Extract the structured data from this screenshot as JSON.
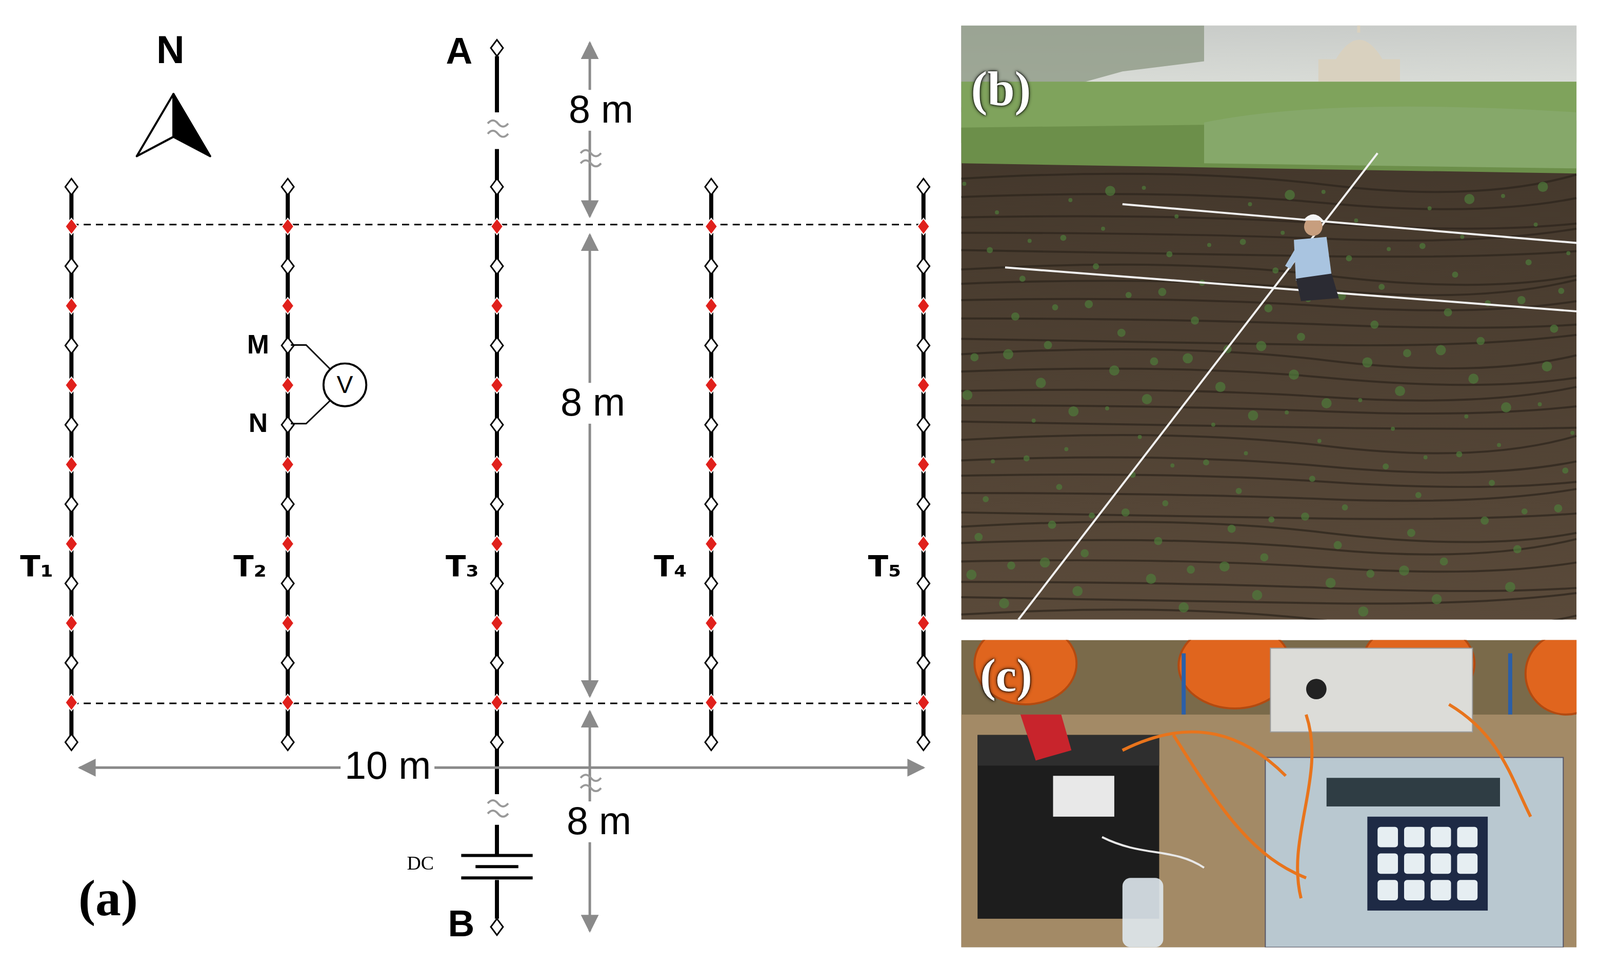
{
  "diagram": {
    "nodes": [
      {
        "text": [
          "V"
        ]
      }
    ],
    "labels": [
      "N",
      "A",
      "8 m",
      "8 m",
      "8 m",
      "M",
      "N",
      "T₁",
      "T₂",
      "T₃",
      "T₄",
      "T₅",
      "10 m",
      "B",
      "DC",
      "(a)",
      "(b)",
      "(c)"
    ]
  }
}
